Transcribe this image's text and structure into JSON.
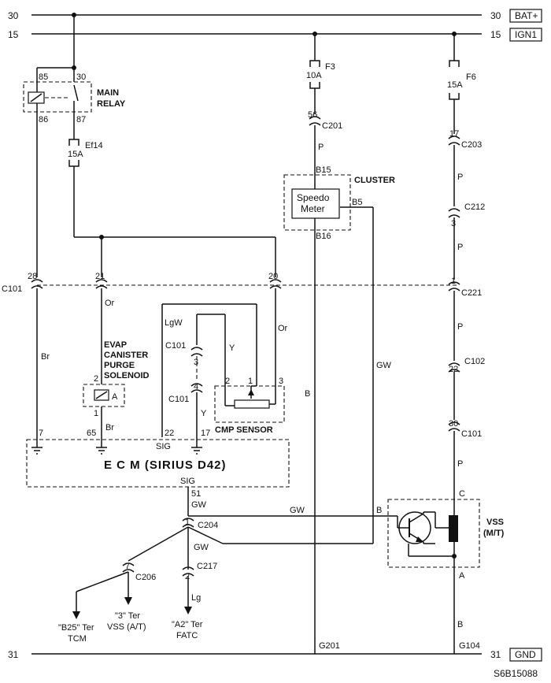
{
  "rails": {
    "bat": {
      "left_num": "30",
      "right_num": "30",
      "tag": "BAT+"
    },
    "ign": {
      "left_num": "15",
      "right_num": "15",
      "tag": "IGN1"
    },
    "gnd": {
      "left_num": "31",
      "right_num": "31",
      "tag": "GND"
    }
  },
  "main_relay": {
    "title_line1": "MAIN",
    "title_line2": "RELAY",
    "pin_85": "85",
    "pin_30": "30",
    "pin_86": "86",
    "pin_87": "87"
  },
  "fuses": {
    "ef14": {
      "name": "Ef14",
      "rating": "15A"
    },
    "f3": {
      "name": "F3",
      "rating": "10A"
    },
    "f6": {
      "name": "F6",
      "rating": "15A"
    }
  },
  "connectors": {
    "c201": {
      "pin": "56",
      "name": "C201"
    },
    "c203": {
      "pin": "17",
      "name": "C203"
    },
    "c212": {
      "pin": "3",
      "name": "C212"
    },
    "c221": {
      "pin": "1",
      "name": "C221"
    },
    "c102": {
      "pin": "22",
      "name": "C102"
    },
    "c101_right": {
      "pin": "30",
      "name": "C101"
    },
    "c101_left": {
      "name": "C101",
      "pin_a": "28",
      "pin_b": "21",
      "pin_c": "20"
    },
    "c101_cmp_top": {
      "pin": "3",
      "name": "C101"
    },
    "c101_cmp_bot": {
      "pin": "4",
      "name": "C101"
    },
    "c204": {
      "pin": "1",
      "name": "C204"
    },
    "c206": {
      "pin": "7",
      "name": "C206"
    },
    "c217": {
      "pin": "2",
      "name": "C217"
    }
  },
  "cluster": {
    "title": "CLUSTER",
    "meter_line1": "Speedo",
    "meter_line2": "Meter",
    "pin_top": "B15",
    "pin_right": "B5",
    "pin_bottom": "B16"
  },
  "wires": {
    "p1": "P",
    "p2": "P",
    "p3": "P",
    "p4": "P",
    "p_c201": "P",
    "br": "Br",
    "br2": "Br",
    "or1": "Or",
    "or2": "Or",
    "lgw": "LgW",
    "y1": "Y",
    "y2": "Y",
    "gw_cluster": "GW",
    "gw_ecm": "GW",
    "gw_vss": "GW",
    "gw_low": "GW",
    "b_cluster": "B",
    "b_vss": "B",
    "lg": "Lg"
  },
  "evap": {
    "line1": "EVAP",
    "line2": "CANISTER",
    "line3": "PURGE",
    "line4": "SOLENOID",
    "pin_top": "2",
    "pin_bot": "1"
  },
  "cmp": {
    "title": "CMP SENSOR",
    "pin1": "1",
    "pin2": "2",
    "pin3": "3"
  },
  "ecm": {
    "title": "E  C  M (SIRIUS D42)",
    "pin7": "7",
    "pin65": "65",
    "pin22": "22",
    "pin17": "17",
    "sig_left": "SIG",
    "sig_bottom": "SIG",
    "pin51": "51"
  },
  "vss": {
    "title_line1": "VSS",
    "title_line2": "(M/T)",
    "pin_c": "C",
    "pin_b": "B",
    "pin_a": "A"
  },
  "destinations": {
    "tcm_line1": "\"B25\" Ter",
    "tcm_line2": "TCM",
    "vss_at_line1": "\"3\" Ter",
    "vss_at_line2": "VSS (A/T)",
    "fatc_line1": "\"A2\" Ter",
    "fatc_line2": "FATC"
  },
  "grounds": {
    "g201": "G201",
    "g104": "G104"
  },
  "figure_id": "S6B15088"
}
